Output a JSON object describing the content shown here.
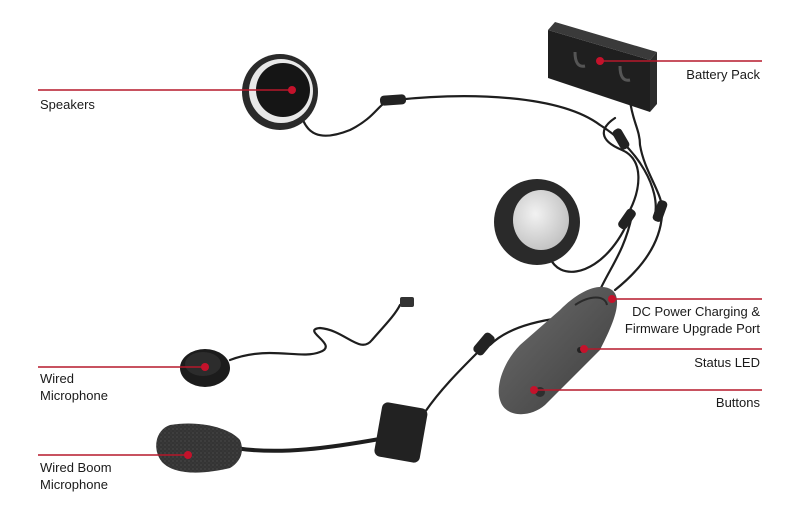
{
  "labels": {
    "speakers": "Speakers",
    "battery_pack": "Battery Pack",
    "dc_power": [
      "DC Power Charging &",
      "Firmware Upgrade Port"
    ],
    "status_led": "Status LED",
    "buttons": "Buttons",
    "wired_microphone": [
      "Wired",
      "Microphone"
    ],
    "wired_boom_microphone": [
      "Wired Boom",
      "Microphone"
    ]
  },
  "colors": {
    "leader_line": "#b5182b",
    "leader_dot": "#c4122b",
    "device_dark": "#2a2a2a",
    "device_body": "#5b5b5b",
    "foam": "#3a3a3a",
    "speaker_face": "#dcdcdc"
  }
}
